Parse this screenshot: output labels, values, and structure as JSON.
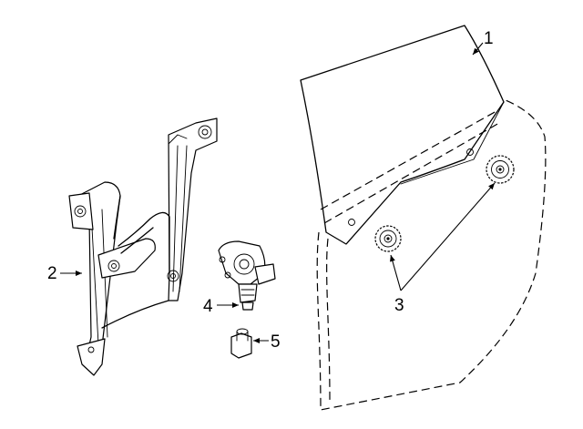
{
  "callouts": {
    "c1": "1",
    "c2": "2",
    "c3": "3",
    "c4": "4",
    "c5": "5"
  },
  "parts": {
    "door_glass": "door-glass",
    "window_regulator": "window-regulator",
    "glass_rollers": "glass-guide-rollers",
    "regulator_motor": "regulator-motor",
    "motor_bushing": "motor-bushing"
  }
}
